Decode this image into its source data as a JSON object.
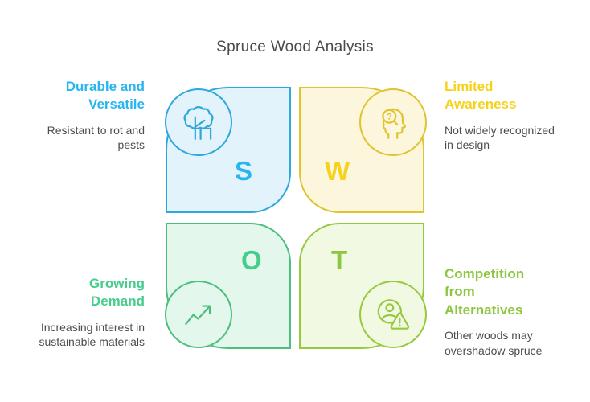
{
  "title": "Spruce Wood Analysis",
  "quadrants": [
    {
      "id": "strengths",
      "letter": "S",
      "heading": "Durable and Versatile",
      "description": "Resistant to rot and pests",
      "icon": "tree-icon",
      "colors": {
        "accent": "#29B6F0",
        "stroke": "#2EA7DB",
        "fill": "#E2F3FB"
      }
    },
    {
      "id": "weaknesses",
      "letter": "W",
      "heading": "Limited Awareness",
      "description": "Not widely recognized in design",
      "icon": "head-question-icon",
      "colors": {
        "accent": "#F5D21B",
        "stroke": "#E0C32E",
        "fill": "#FBF6DC"
      }
    },
    {
      "id": "opportunities",
      "letter": "O",
      "heading": "Growing Demand",
      "description": "Increasing interest in sustainable materials",
      "icon": "growth-arrow-icon",
      "colors": {
        "accent": "#45CD8B",
        "stroke": "#4CBE7E",
        "fill": "#E4F7ED"
      }
    },
    {
      "id": "threats",
      "letter": "T",
      "heading": "Competition from Alternatives",
      "description": "Other woods may overshadow spruce",
      "icon": "person-warning-icon",
      "colors": {
        "accent": "#8DC63F",
        "stroke": "#97C93F",
        "fill": "#F2F9E2"
      }
    }
  ]
}
